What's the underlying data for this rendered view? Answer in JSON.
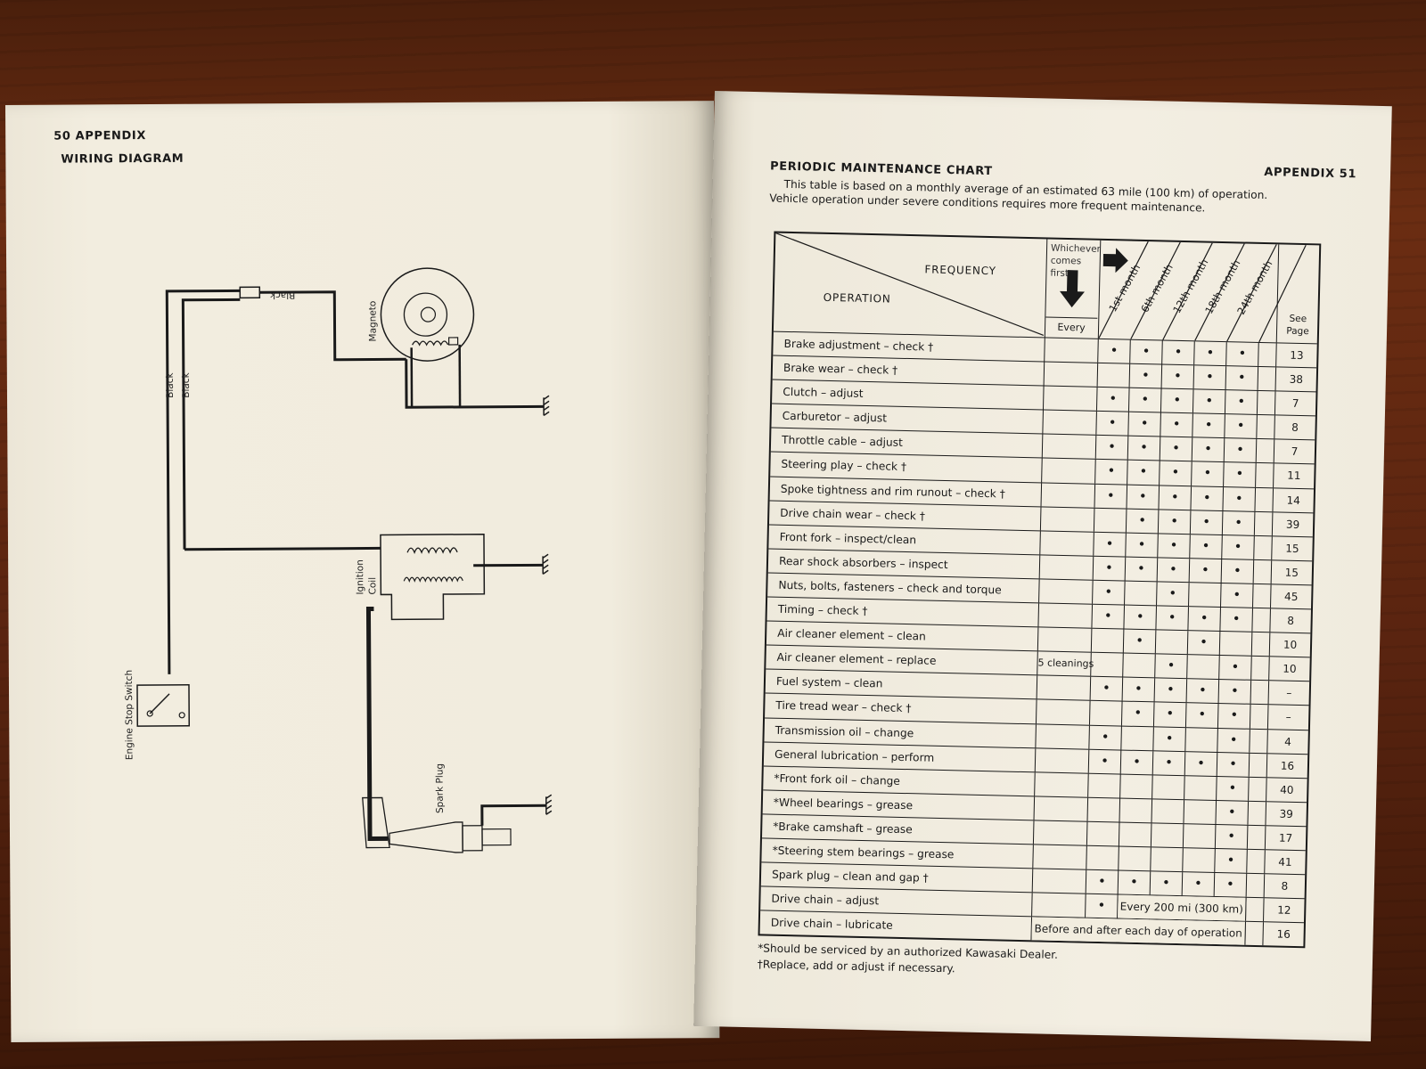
{
  "left_page": {
    "header": "50 APPENDIX",
    "section_title": "WIRING DIAGRAM",
    "diagram_labels": {
      "magneto": "Magneto",
      "black_top": "Black",
      "black_left_1": "Black",
      "black_left_2": "Black",
      "ignition": "Ignition",
      "coil": "Coil",
      "engine_stop_switch": "Engine Stop Switch",
      "spark_plug": "Spark Plug"
    }
  },
  "right_page": {
    "header": "APPENDIX 51",
    "chart_title": "PERIODIC MAINTENANCE CHART",
    "intro": "This table is based on a monthly average of an estimated 63 mile (100 km) of operation. Vehicle operation under severe conditions requires more frequent maintenance.",
    "table": {
      "frequency_label": "FREQUENCY",
      "operation_label": "OPERATION",
      "whichever_line1": "Whichever",
      "whichever_line2": "comes first",
      "every_label": "Every",
      "months": [
        "1st month",
        "6th month",
        "12th month",
        "18th month",
        "24th month"
      ],
      "see_line1": "See",
      "see_line2": "Page",
      "rows": [
        {
          "op": "Brake adjustment – check †",
          "every": "",
          "marks": [
            "•",
            "•",
            "•",
            "•",
            "•"
          ],
          "page": "13"
        },
        {
          "op": "Brake wear – check †",
          "every": "",
          "marks": [
            "",
            "•",
            "•",
            "•",
            "•"
          ],
          "page": "38"
        },
        {
          "op": "Clutch – adjust",
          "every": "",
          "marks": [
            "•",
            "•",
            "•",
            "•",
            "•"
          ],
          "page": "7"
        },
        {
          "op": "Carburetor – adjust",
          "every": "",
          "marks": [
            "•",
            "•",
            "•",
            "•",
            "•"
          ],
          "page": "8"
        },
        {
          "op": "Throttle cable – adjust",
          "every": "",
          "marks": [
            "•",
            "•",
            "•",
            "•",
            "•"
          ],
          "page": "7"
        },
        {
          "op": "Steering play – check †",
          "every": "",
          "marks": [
            "•",
            "•",
            "•",
            "•",
            "•"
          ],
          "page": "11"
        },
        {
          "op": "Spoke tightness and rim runout – check †",
          "every": "",
          "marks": [
            "•",
            "•",
            "•",
            "•",
            "•"
          ],
          "page": "14"
        },
        {
          "op": "Drive chain wear – check †",
          "every": "",
          "marks": [
            "",
            "•",
            "•",
            "•",
            "•"
          ],
          "page": "39"
        },
        {
          "op": "Front fork – inspect/clean",
          "every": "",
          "marks": [
            "•",
            "•",
            "•",
            "•",
            "•"
          ],
          "page": "15"
        },
        {
          "op": "Rear shock absorbers – inspect",
          "every": "",
          "marks": [
            "•",
            "•",
            "•",
            "•",
            "•"
          ],
          "page": "15"
        },
        {
          "op": "Nuts, bolts, fasteners – check and torque",
          "every": "",
          "marks": [
            "•",
            "",
            "•",
            "",
            "•"
          ],
          "page": "45"
        },
        {
          "op": "Timing – check †",
          "every": "",
          "marks": [
            "•",
            "•",
            "•",
            "•",
            "•"
          ],
          "page": "8"
        },
        {
          "op": "Air cleaner element – clean",
          "every": "",
          "marks": [
            "",
            "•",
            "",
            "•",
            ""
          ],
          "page": "10"
        },
        {
          "op": "Air cleaner element – replace",
          "every": "5 cleanings",
          "marks": [
            "",
            "",
            "•",
            "",
            "•"
          ],
          "page": "10"
        },
        {
          "op": "Fuel system – clean",
          "every": "",
          "marks": [
            "•",
            "•",
            "•",
            "•",
            "•"
          ],
          "page": "–"
        },
        {
          "op": "Tire tread wear – check †",
          "every": "",
          "marks": [
            "",
            "•",
            "•",
            "•",
            "•"
          ],
          "page": "–"
        },
        {
          "op": "Transmission oil – change",
          "every": "",
          "marks": [
            "•",
            "",
            "•",
            "",
            "•"
          ],
          "page": "4"
        },
        {
          "op": "General lubrication – perform",
          "every": "",
          "marks": [
            "•",
            "•",
            "•",
            "•",
            "•"
          ],
          "page": "16"
        },
        {
          "op": "*Front fork oil – change",
          "every": "",
          "marks": [
            "",
            "",
            "",
            "",
            "•"
          ],
          "page": "40"
        },
        {
          "op": "*Wheel bearings – grease",
          "every": "",
          "marks": [
            "",
            "",
            "",
            "",
            "•"
          ],
          "page": "39"
        },
        {
          "op": "*Brake camshaft – grease",
          "every": "",
          "marks": [
            "",
            "",
            "",
            "",
            "•"
          ],
          "page": "17"
        },
        {
          "op": "*Steering stem bearings – grease",
          "every": "",
          "marks": [
            "",
            "",
            "",
            "",
            "•"
          ],
          "page": "41"
        },
        {
          "op": "Spark plug – clean and gap †",
          "every": "",
          "marks": [
            "•",
            "•",
            "•",
            "•",
            "•"
          ],
          "page": "8"
        },
        {
          "op": "Drive chain – adjust",
          "every": "",
          "marks": [
            "•"
          ],
          "span_text": "Every 200 mi (300 km)",
          "page": "12"
        },
        {
          "op": "Drive chain – lubricate",
          "every": "",
          "marks": [],
          "span_text": "Before and after each day of operation",
          "page": "16"
        }
      ]
    },
    "footnotes": [
      "*Should be serviced by an authorized Kawasaki Dealer.",
      "†Replace, add or adjust if necessary."
    ]
  }
}
